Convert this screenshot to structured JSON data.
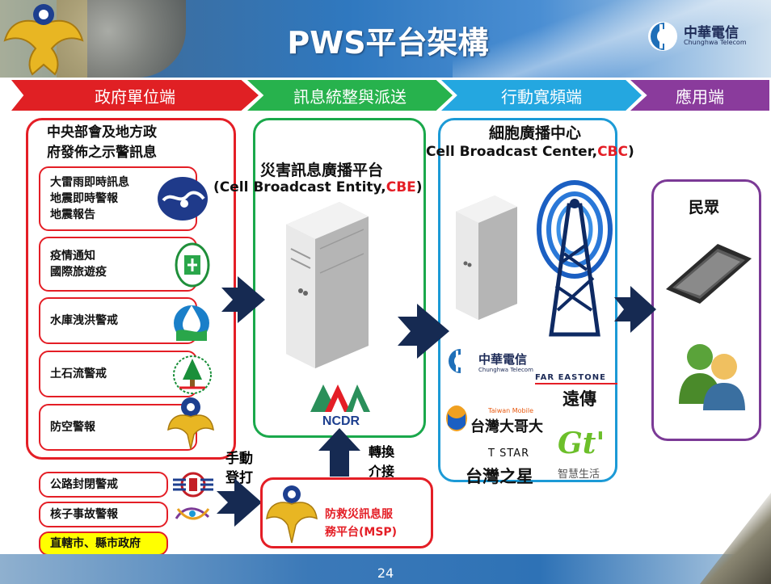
{
  "header": {
    "title": "PWS平台架構",
    "logo_zh": "中華電信",
    "logo_en": "Chunghwa Telecom"
  },
  "stages": [
    {
      "label": "政府單位端",
      "color": "#e02024"
    },
    {
      "label": "訊息統整與派送",
      "color": "#27b24d"
    },
    {
      "label": "行動寬頻端",
      "color": "#24a7e0"
    },
    {
      "label": "應用端",
      "color": "#8a3b9c"
    }
  ],
  "government": {
    "title_line1": "中央部會及地方政",
    "title_line2": "府發佈之示警訊息",
    "boxes": [
      {
        "lines": [
          "大雷雨即時訊息",
          "地震即時警報",
          "地震報告"
        ]
      },
      {
        "lines": [
          "疫情通知",
          "國際旅遊疫"
        ]
      },
      {
        "lines": [
          "水庫洩洪警戒"
        ]
      },
      {
        "lines": [
          "土石流警戒"
        ]
      },
      {
        "lines": [
          "防空警報"
        ]
      }
    ],
    "extra_boxes": [
      {
        "label": "公路封閉警戒"
      },
      {
        "label": "核子事故警報"
      },
      {
        "label": "直轄市、縣市政府"
      }
    ],
    "manual_label_1": "手動",
    "manual_label_2": "登打"
  },
  "platform": {
    "title": "災害訊息廣播平台",
    "en_prefix": "(Cell Broadcast Entity,",
    "en_abbr": "CBE",
    "en_suffix": ")",
    "ncdr_logo": "NCDR",
    "convert_1": "轉換",
    "convert_2": "介接",
    "msp_line1": "防救災訊息服",
    "msp_line2": "務平台(MSP)"
  },
  "mobile": {
    "title": "細胞廣播中心",
    "en_prefix": "Cell Broadcast Center,",
    "en_abbr": "CBC",
    "en_suffix": ")",
    "carriers": {
      "cht_zh": "中華電信",
      "cht_en": "Chunghwa Telecom",
      "fet_en": "FAR EASTONE",
      "fet_zh": "遠傳",
      "twm_en": "Taiwan Mobile",
      "twm_zh": "台灣大哥大",
      "tstar_en": "T STAR",
      "tstar_zh": "台灣之星",
      "gt_logo": "Gt'",
      "gt_zh": "智慧生活"
    }
  },
  "application": {
    "label": "民眾"
  },
  "footer": {
    "page_number": "24"
  },
  "colors": {
    "red": "#e41e26",
    "green": "#1aa84b",
    "blue": "#1c9ad6",
    "purple": "#7b3a96",
    "arrow": "#162a52"
  }
}
